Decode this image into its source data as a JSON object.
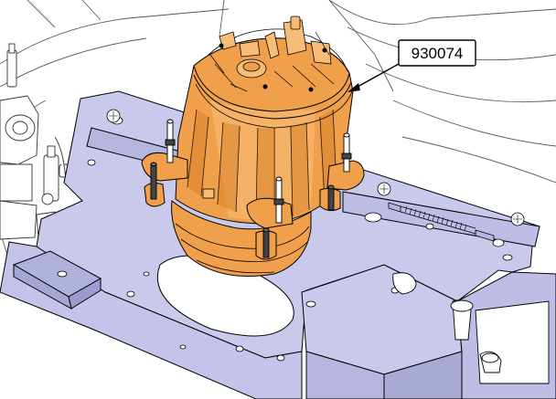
{
  "callout": {
    "part_number": "930074"
  },
  "colors": {
    "plate": "#c9c9ec",
    "plate_dark": "#a9a9d6",
    "plate_edge": "#8a8ab8",
    "motor": "#f0a04a",
    "motor_light": "#f7bd78",
    "motor_dark": "#d9822a",
    "line": "#000000",
    "paper": "#ffffff",
    "ghost_line": "#6a6a6a"
  },
  "icons": [
    "motor-assembly",
    "mounting-stud-icon",
    "spring-icon",
    "hex-nut-icon",
    "valve-assembly"
  ]
}
